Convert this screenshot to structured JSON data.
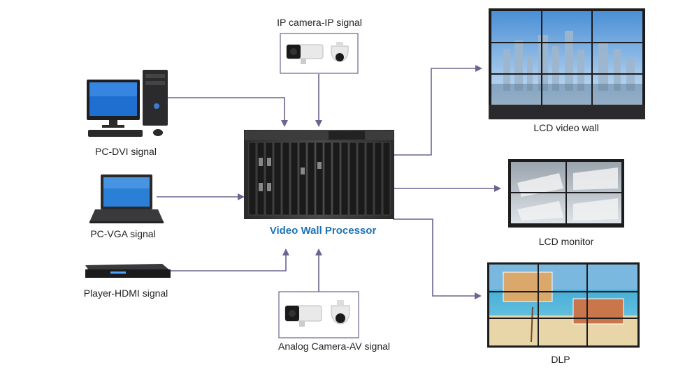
{
  "labels": {
    "ip_camera": "IP camera-IP signal",
    "pc_dvi": "PC-DVI signal",
    "pc_vga": "PC-VGA signal",
    "player_hdmi": "Player-HDMI signal",
    "analog_camera": "Analog Camera-AV signal",
    "processor": "Video Wall Processor",
    "lcd_video_wall": "LCD video wall",
    "lcd_monitor": "LCD monitor",
    "dlp": "DLP"
  },
  "colors": {
    "arrow": "#6b6391",
    "title": "#1e73b4"
  }
}
